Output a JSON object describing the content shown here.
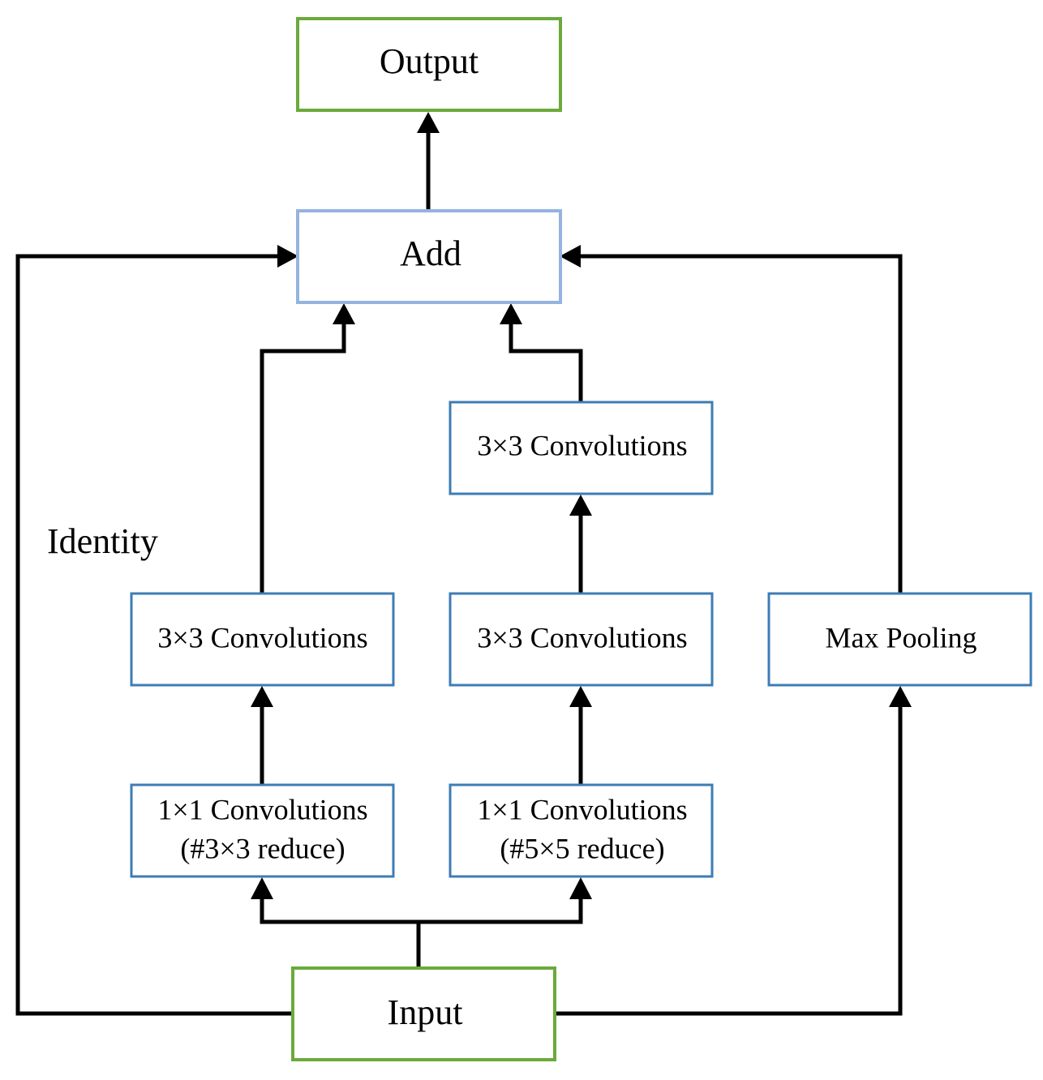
{
  "colors": {
    "io_border": "#6aaa3c",
    "add_border": "#95b3e0",
    "op_border": "#3d7cb5",
    "edge": "#000000"
  },
  "nodes": {
    "output": "Output",
    "add": "Add",
    "input": "Input",
    "left_reduce": [
      "1×1 Convolutions",
      "(#3×3 reduce)"
    ],
    "left_conv": "3×3 Convolutions",
    "mid_reduce": [
      "1×1 Convolutions",
      "(#5×5 reduce)"
    ],
    "mid_conv_a": "3×3 Convolutions",
    "mid_conv_b": "3×3 Convolutions",
    "max_pool": "Max Pooling"
  },
  "identity_label": "Identity"
}
